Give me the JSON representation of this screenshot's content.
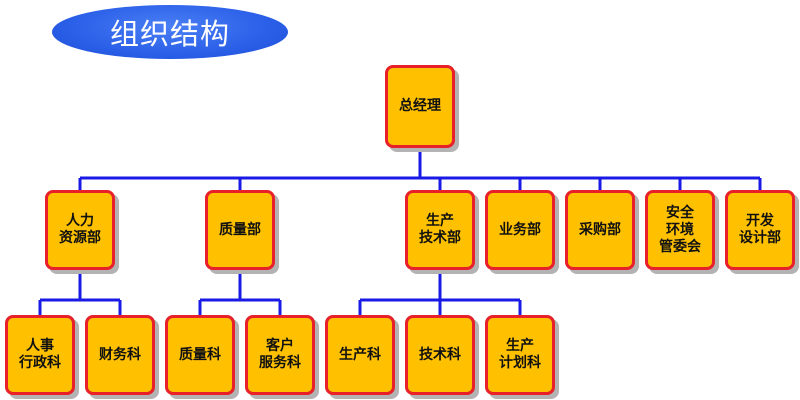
{
  "title": "组织结构",
  "colors": {
    "banner": "#2a5fe8",
    "box_fill": "#ffc000",
    "box_border": "#e8202a",
    "line": "#1a1ae6"
  },
  "nodes": {
    "gm": "总经理",
    "hr": "人力\n资源部",
    "quality": "质量部",
    "production_tech": "生产\n技术部",
    "business": "业务部",
    "purchasing": "采购部",
    "safety": "安全\n环境\n管委会",
    "development": "开发\n设计部",
    "hr_admin": "人事\n行政科",
    "finance": "财务科",
    "quality_section": "质量科",
    "customer_service": "客户\n服务科",
    "production_section": "生产科",
    "tech_section": "技术科",
    "production_planning": "生产\n计划科"
  }
}
